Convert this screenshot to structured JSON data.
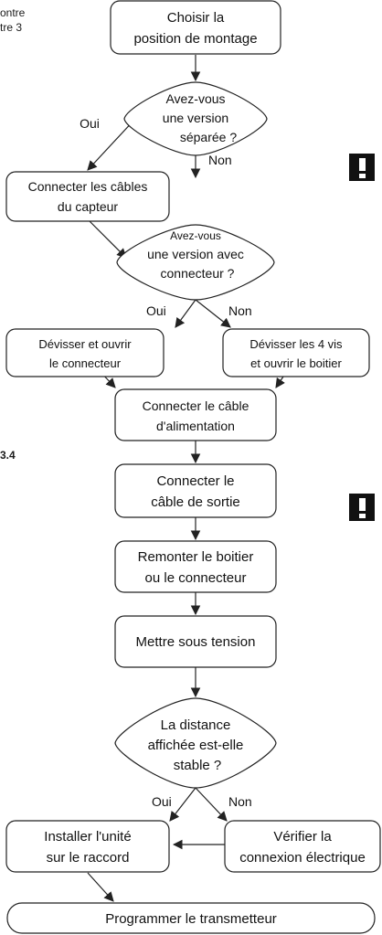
{
  "left_margin_text": {
    "line1": "ontre",
    "line2": "tre 3",
    "section": "3.4"
  },
  "warnings": [
    {
      "name": "warning-icon-1"
    },
    {
      "name": "warning-icon-2"
    }
  ],
  "flowchart": {
    "start": {
      "line1": "Choisir la",
      "line2": "position de montage"
    },
    "decision1": {
      "line1": "Avez-vous",
      "line2": "une version",
      "line3": "séparée ?"
    },
    "connect_sensor": {
      "line1": "Connecter les câbles",
      "line2": "du capteur"
    },
    "decision2": {
      "line1": "Avez-vous",
      "line2": "une version avec",
      "line3": "connecteur ?"
    },
    "open_connector": {
      "line1": "Dévisser et ouvrir",
      "line2": "le connecteur"
    },
    "open_housing": {
      "line1": "Dévisser les 4 vis",
      "line2": "et ouvrir le boitier"
    },
    "power_cable": {
      "line1": "Connecter le câble",
      "line2": "d'alimentation"
    },
    "output_cable": {
      "line1": "Connecter le",
      "line2": "câble de sortie"
    },
    "reassemble": {
      "line1": "Remonter le boitier",
      "line2": "ou le connecteur"
    },
    "power_on": {
      "line1": "Mettre sous tension"
    },
    "decision3": {
      "line1": "La distance",
      "line2": "affichée est-elle",
      "line3": "stable ?"
    },
    "install_unit": {
      "line1": "Installer l'unité",
      "line2": "sur le raccord"
    },
    "check_connection": {
      "line1": "Vérifier la",
      "line2": "connexion électrique"
    },
    "program": {
      "line1": "Programmer le transmetteur"
    },
    "labels": {
      "d1_yes": "Oui",
      "d1_no": "Non",
      "d2_yes": "Oui",
      "d2_no": "Non",
      "d3_yes": "Oui",
      "d3_no": "Non"
    }
  }
}
